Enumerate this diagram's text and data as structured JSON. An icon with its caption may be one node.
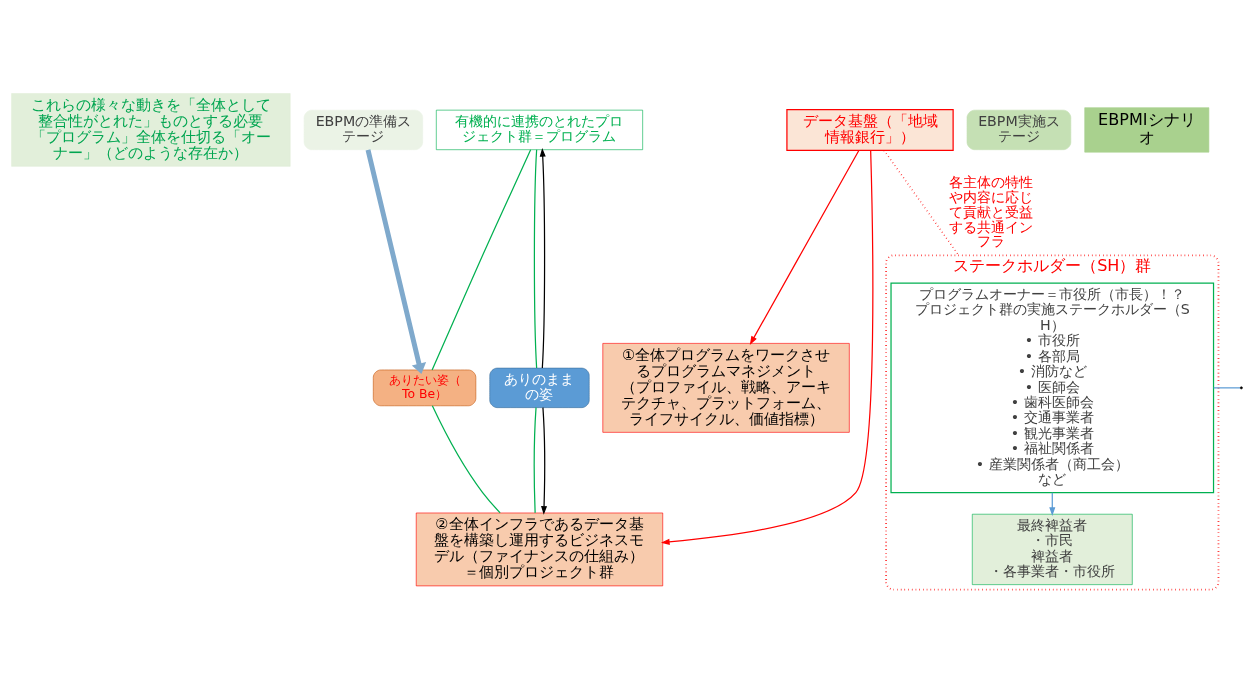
{
  "diagram": {
    "nodes": [
      {
        "text": [
          "これらの様々な動きを「全体として整合性がとれた」ものとする必要",
          "「プログラム」全体を仕切る「オーナー」（どのような存在か）"
        ]
      },
      {
        "text": [
          "有機的に連携のとれたプロジェクト群＝プログラム"
        ]
      },
      {
        "text": [
          "ありたい姿（To Be）"
        ]
      },
      {
        "text": [
          "①全体プログラムをワークさせるプログラムマネジメント",
          "（プロファイル、戦略、アーキテクチャ、プラットフォーム、ライフサイクル、価値指標）"
        ]
      },
      {
        "text": [
          "EBPMの準備ステージ"
        ]
      },
      {
        "text": [
          "EBPM実施ステージ"
        ]
      },
      {
        "text": [
          "EBPMIシナリオ"
        ]
      },
      {
        "text": [
          "データ基盤（「地域情報銀行」）"
        ]
      },
      {
        "text": [
          "②全体インフラであるデータ基盤を構築し運用するビジネスモデル（ファイナンスの仕組み）＝個別プロジェクト群"
        ]
      },
      {
        "text": [
          "ありのままの姿"
        ]
      },
      {
        "text": [
          "ステークホルダー（SH）群"
        ]
      },
      {
        "text": [
          "最終裨益者",
          "・市民",
          "裨益者",
          "・各事業者・市役所"
        ],
        "in": 10
      },
      {
        "text": [
          "プログラムオーナー＝市役所（市長）！？",
          "プロジェクト群の実施ステークホルダー（SH）",
          "• 市役所",
          "• 各部局",
          "• 消防など",
          "• 医師会",
          "• 歯科医師会",
          "• 交通事業者",
          "• 観光事業者",
          "• 福祉関係者",
          "• 産業関係者（商工会）",
          "など"
        ],
        "in": 10
      }
    ],
    "edges": [
      {
        "from": 1,
        "to": 2,
        "arrow": "none"
      },
      {
        "from": 2,
        "to": 8,
        "arrow": "none"
      },
      {
        "from": 9,
        "to": 8,
        "arrow": "none"
      },
      {
        "from": 1,
        "to": 9,
        "arrow": "none"
      },
      {
        "from": 9,
        "to": 1,
        "arrow": "to",
        "color": "#000000"
      },
      {
        "from": 9,
        "to": 8,
        "arrow": "to",
        "color": "#000000"
      },
      {
        "from": 7,
        "to": 3,
        "arrow": "to",
        "color": "#ff0000"
      },
      {
        "from": 7,
        "to": 8,
        "arrow": "to",
        "color": "#ff0000"
      },
      {
        "from": 4,
        "to": 2,
        "arrow": "to",
        "style": "thick",
        "color": "#7fa9cc"
      },
      {
        "from": 7,
        "to": 10,
        "arrow": "none",
        "style": "dashed",
        "color": "#ff0000",
        "label": "各主体の特性や内容に応じて貢献と受益する共通インフラ"
      },
      {
        "from": 12,
        "to": 11,
        "arrow": "to",
        "color": "#5b9bd5"
      },
      {
        "from": null,
        "to": 12,
        "arrow": "none",
        "color": "#5b9bd5"
      }
    ]
  }
}
